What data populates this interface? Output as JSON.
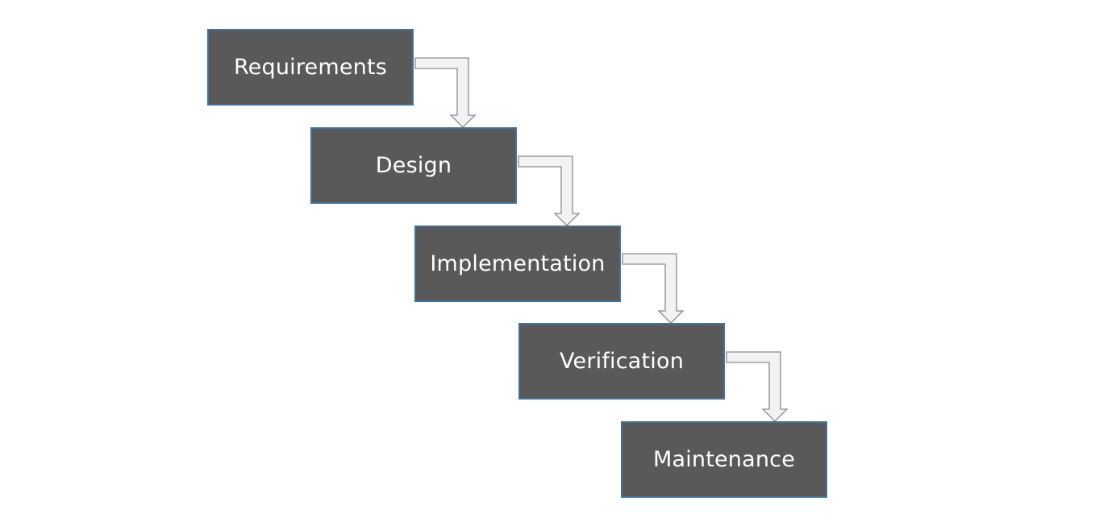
{
  "diagram": {
    "steps": [
      {
        "label": "Requirements"
      },
      {
        "label": "Design"
      },
      {
        "label": "Implementation"
      },
      {
        "label": "Verification"
      },
      {
        "label": "Maintenance"
      }
    ],
    "colors": {
      "box_fill": "#595959",
      "box_border": "#41719c",
      "text": "#ffffff",
      "arrow_fill": "#f2f2f2",
      "arrow_stroke": "#8c8c8c"
    }
  }
}
